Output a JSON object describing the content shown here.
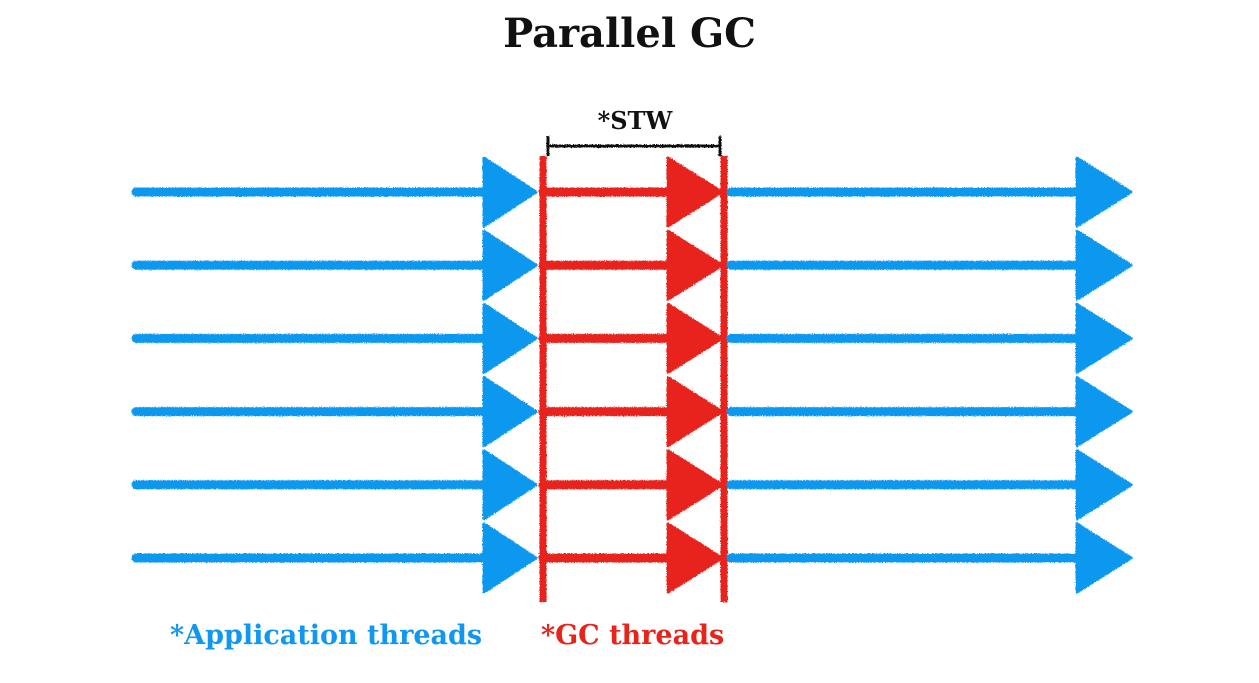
{
  "title": "Parallel GC",
  "stw_label": "*STW",
  "legend": {
    "application_threads": "*Application threads",
    "gc_threads": "*GC threads"
  },
  "colors": {
    "application": "#1098f0",
    "gc": "#e8241a",
    "text": "#111111"
  },
  "thread_count": 6
}
